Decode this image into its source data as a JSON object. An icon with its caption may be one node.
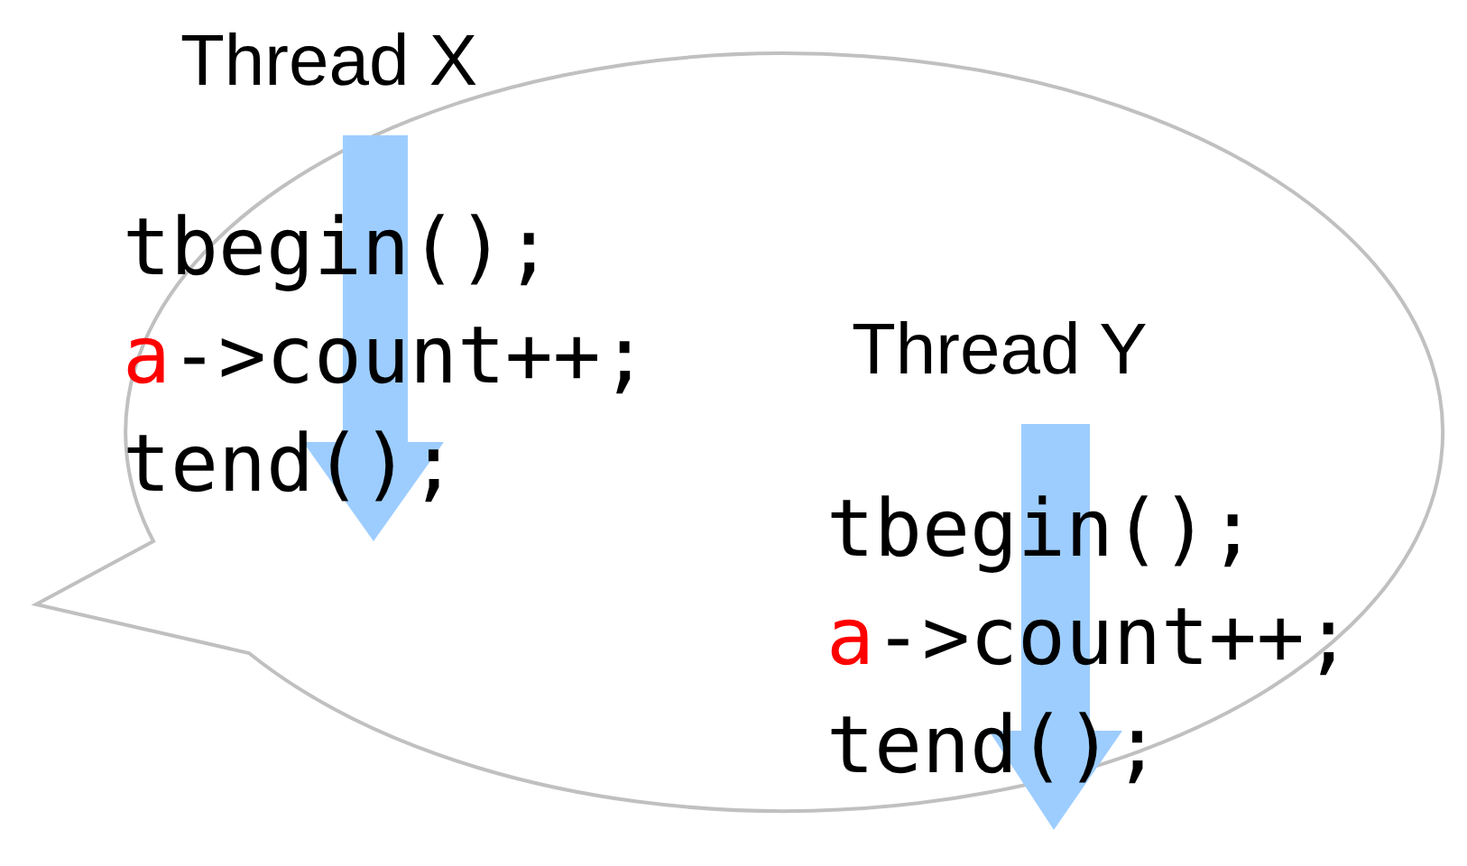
{
  "diagram": {
    "labels": [
      "Thread X",
      "tbegin();",
      "a->count++;",
      "tend();",
      "Thread Y",
      "tbegin();",
      "a->count++;",
      "tend();"
    ]
  }
}
